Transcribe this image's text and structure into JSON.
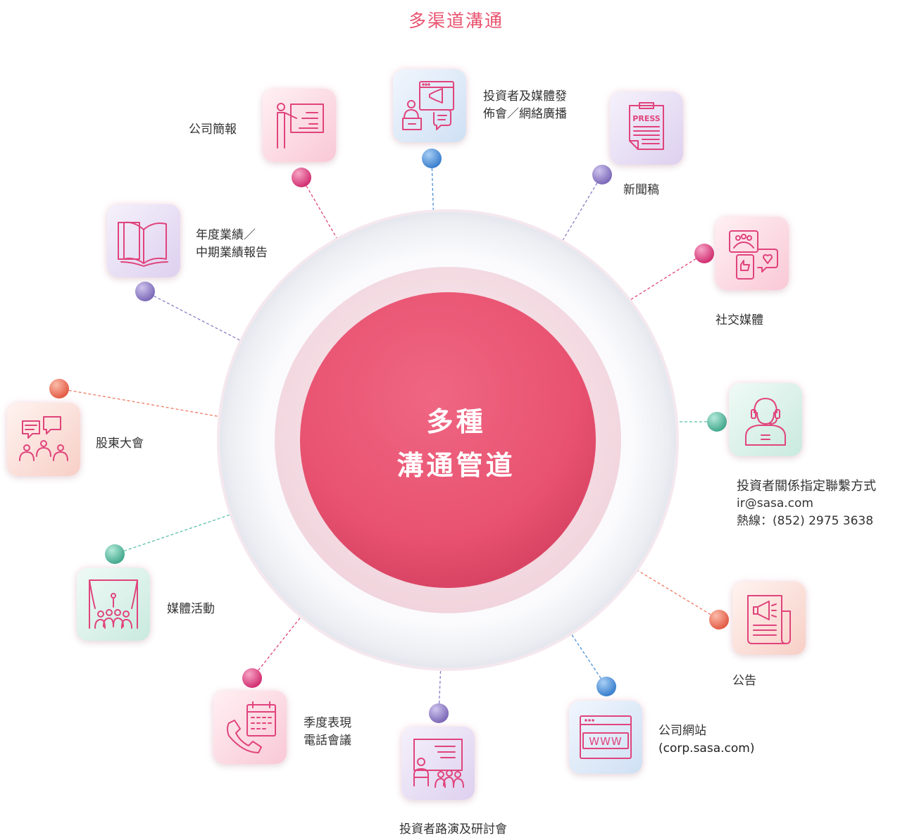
{
  "title": "多渠道溝通",
  "center": {
    "line1": "多種",
    "line2": "溝通管道"
  },
  "colors": {
    "accent": "#e8536f",
    "pink": "#e0447c",
    "blue": "#4a8fd8",
    "purple": "#8d7bc4",
    "teal": "#57bfa8",
    "orange": "#ee7a63"
  },
  "channels": [
    {
      "id": "briefing",
      "label": "公司簡報",
      "icon": "presentation-board-icon"
    },
    {
      "id": "webcast",
      "label_lines": [
        "投資者及媒體發",
        "佈會／網絡廣播"
      ],
      "icon": "webcast-megaphone-icon"
    },
    {
      "id": "press",
      "label": "新聞稿",
      "icon": "press-release-icon",
      "icon_text": "PRESS"
    },
    {
      "id": "annual",
      "label_lines": [
        "年度業績／",
        "中期業績報告"
      ],
      "icon": "open-book-icon"
    },
    {
      "id": "social",
      "label": "社交媒體",
      "icon": "social-media-icon"
    },
    {
      "id": "agm",
      "label": "股東大會",
      "icon": "meeting-people-icon"
    },
    {
      "id": "ir-contact",
      "label_lines": [
        "投資者關係指定聯繫方式",
        "ir@sasa.com",
        "熱線：(852) 2975 3638"
      ],
      "icon": "headset-agent-icon"
    },
    {
      "id": "media",
      "label": "媒體活動",
      "icon": "media-event-stage-icon"
    },
    {
      "id": "announce",
      "label": "公告",
      "icon": "announcement-megaphone-icon"
    },
    {
      "id": "call",
      "label_lines": [
        "季度表現",
        "電話會議"
      ],
      "icon": "phone-calendar-icon"
    },
    {
      "id": "roadshow",
      "label": "投資者路演及研討會",
      "icon": "roadshow-seminar-icon"
    },
    {
      "id": "website",
      "label_lines": [
        "公司網站",
        "(corp.sasa.com)"
      ],
      "icon": "website-browser-icon",
      "icon_text": "WWW"
    }
  ]
}
